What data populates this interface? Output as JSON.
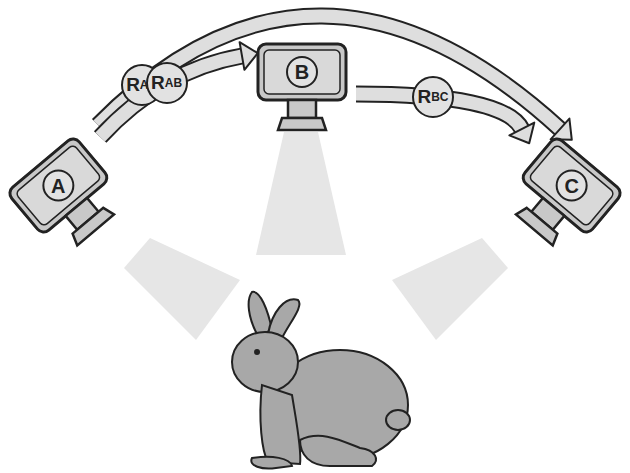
{
  "diagram": {
    "nodes": [
      {
        "text": [
          "A"
        ]
      },
      {
        "text": [
          "B"
        ]
      },
      {
        "text": [
          "C"
        ]
      }
    ],
    "edges": [
      {
        "from": 0,
        "to": 2,
        "arrow": "to",
        "label": "RAC"
      },
      {
        "from": 0,
        "to": 1,
        "arrow": "to",
        "label": "RAB"
      },
      {
        "from": 1,
        "to": 2,
        "arrow": "to",
        "label": "RBC"
      }
    ]
  }
}
